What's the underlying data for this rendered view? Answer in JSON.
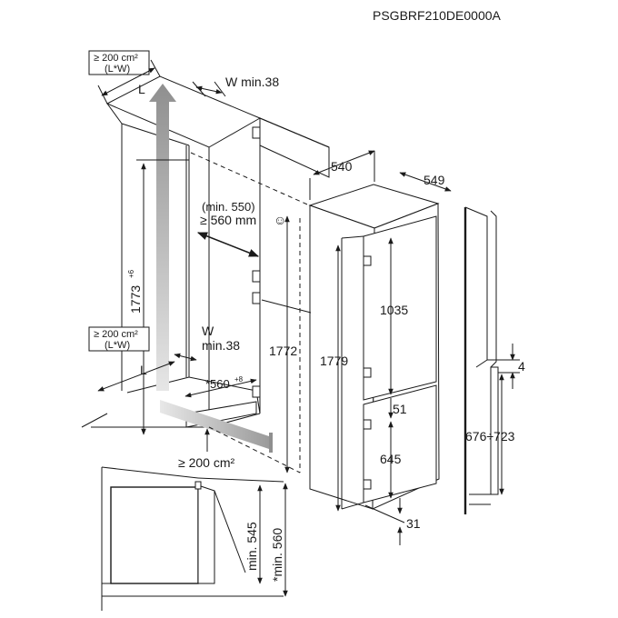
{
  "model_code": "PSGBRF210DE0000A",
  "vent_top": {
    "area": "≥ 200 cm²",
    "formula": "(L*W)"
  },
  "vent_bottom": {
    "area": "≥ 200 cm²",
    "formula": "(L*W)"
  },
  "vent_floor": "≥ 200 cm²",
  "labels": {
    "L_top": "L",
    "L_bottom": "L",
    "W_top": "W min.38",
    "W_bottom_1": "W",
    "W_bottom_2": "min.38",
    "niche_depth_min": "(min. 550)",
    "niche_depth": "≥ 560 mm",
    "niche_height": "1773",
    "niche_height_tol": "+6",
    "niche_width": "*560",
    "niche_width_tol": "+8",
    "appliance_height": "1772",
    "appliance_width": "540",
    "appliance_depth": "549",
    "door_total_height": "1779",
    "upper_door_height": "1035",
    "lower_door_height": "645",
    "door_gap": "51",
    "door_bottom_offset": "31",
    "side_offset": "4",
    "rail_range": "676÷723",
    "detail_min_1": "min. 545",
    "detail_min_2": "*min. 560"
  }
}
